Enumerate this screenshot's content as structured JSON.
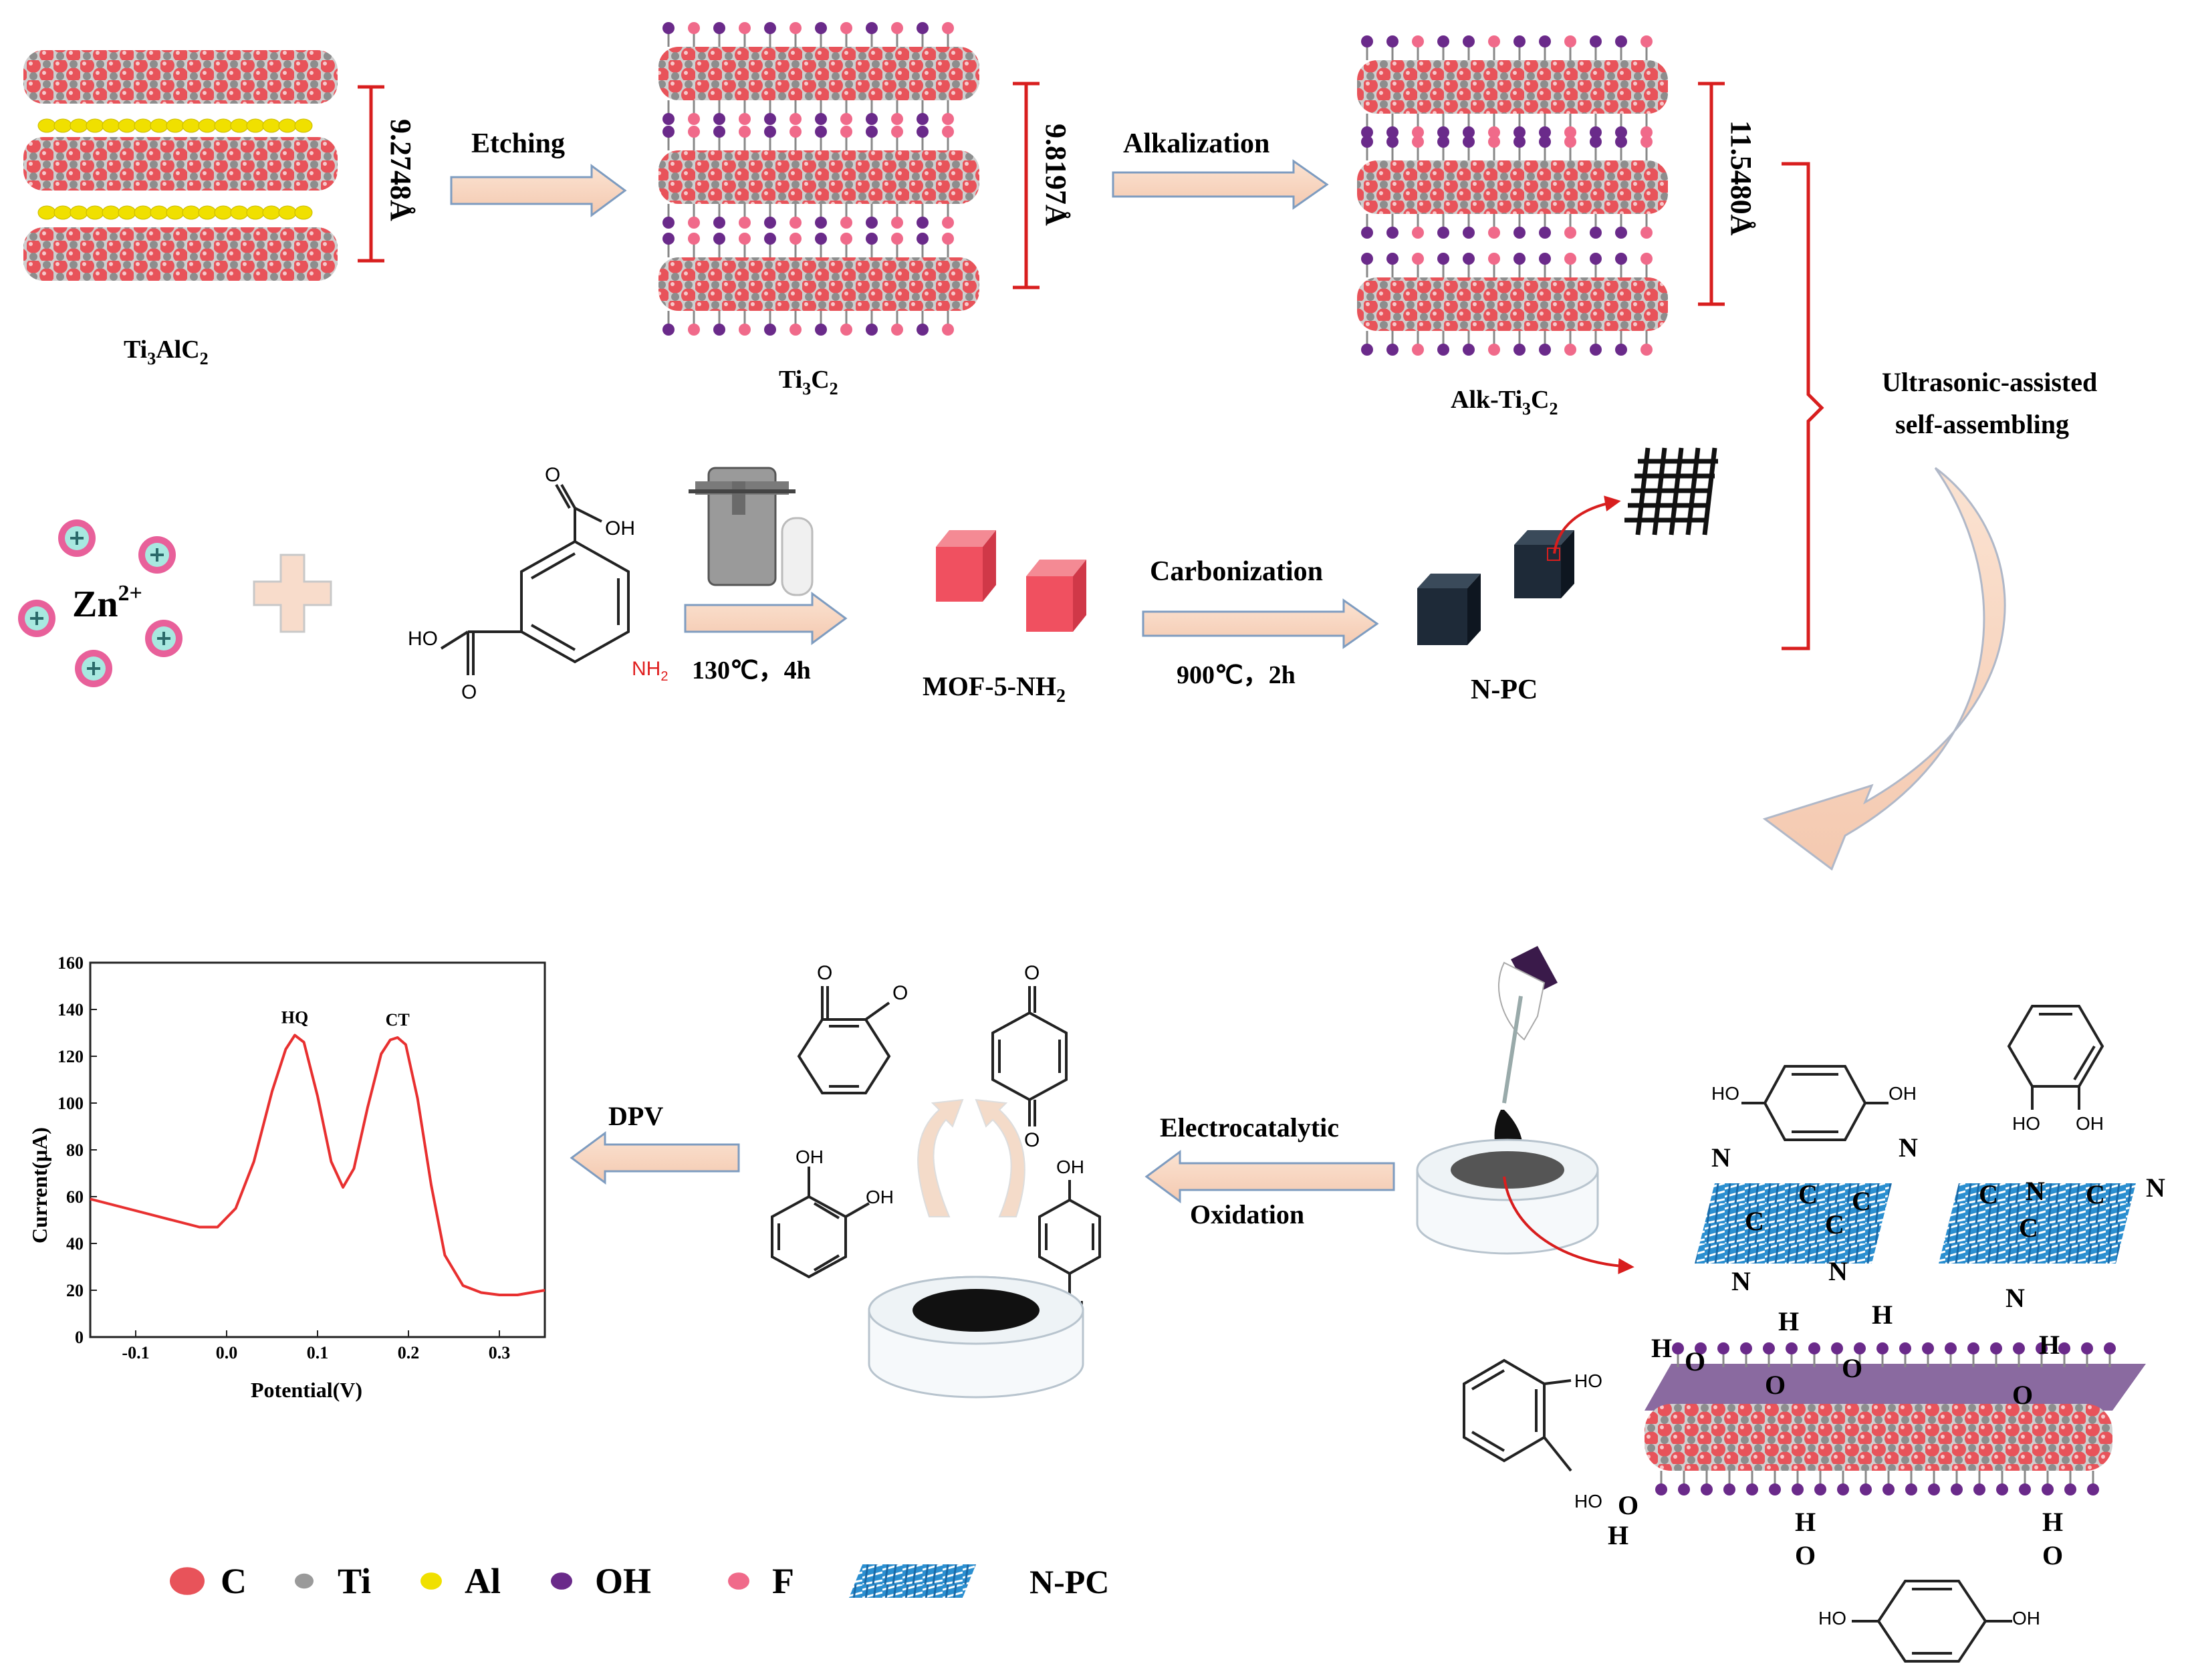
{
  "stage1": {
    "ti3alc2": {
      "base": "Ti",
      "sub1": "3",
      "mid": "AlC",
      "sub2": "2"
    },
    "ti3c2": {
      "base": "Ti",
      "sub1": "3",
      "mid": "C",
      "sub2": "2"
    },
    "alk": {
      "base": "Alk-Ti",
      "sub1": "3",
      "mid": "C",
      "sub2": "2"
    },
    "d1": "9.2748Å",
    "d2": "9.8197Å",
    "d3": "11.5480Å",
    "etching": "Etching",
    "alkalization": "Alkalization",
    "ultrasonic1": "Ultrasonic-assisted",
    "ultrasonic2": "self-assembling"
  },
  "stage2": {
    "zn": "Zn",
    "zn_sup": "2+",
    "oh": "OH",
    "ho": "HO",
    "o": "O",
    "nh2_base": "NH",
    "nh2_sub": "2",
    "hydro_cond": "130℃，4h",
    "mof_base": "MOF-5-NH",
    "mof_sub": "2",
    "carbonization": "Carbonization",
    "carb_cond": "900℃，2h",
    "npc": "N-PC"
  },
  "stage3": {
    "dpv": "DPV",
    "electro1": "Electrocatalytic",
    "electro2": "Oxidation",
    "oh": "OH",
    "ho": "HO",
    "o": "O",
    "h": "H",
    "n": "N",
    "c": "C"
  },
  "chart_data": {
    "type": "line",
    "xlabel": "Potential(V)",
    "ylabel": "Current(μA)",
    "xlim": [
      -0.15,
      0.35
    ],
    "ylim": [
      0,
      160
    ],
    "xticks": [
      "-0.1",
      "0.0",
      "0.1",
      "0.2",
      "0.3"
    ],
    "yticks": [
      "0",
      "20",
      "40",
      "60",
      "80",
      "100",
      "120",
      "140",
      "160"
    ],
    "annotations": [
      {
        "text": "HQ",
        "x": 0.075,
        "y": 129
      },
      {
        "text": "CT",
        "x": 0.188,
        "y": 128
      }
    ],
    "series": [
      {
        "color": "#e83030",
        "x": [
          -0.15,
          -0.12,
          -0.09,
          -0.06,
          -0.03,
          -0.01,
          0.01,
          0.03,
          0.05,
          0.065,
          0.075,
          0.085,
          0.1,
          0.115,
          0.128,
          0.14,
          0.155,
          0.17,
          0.18,
          0.188,
          0.197,
          0.21,
          0.225,
          0.24,
          0.26,
          0.28,
          0.3,
          0.32,
          0.35
        ],
        "y": [
          59,
          56,
          53,
          50,
          47,
          47,
          55,
          75,
          105,
          123,
          129,
          126,
          103,
          75,
          64,
          72,
          98,
          121,
          127,
          128,
          125,
          102,
          65,
          35,
          22,
          19,
          18,
          18,
          20
        ]
      }
    ]
  },
  "legend": [
    {
      "label": "C",
      "color": "#e8535a"
    },
    {
      "label": "Ti",
      "color": "#9a9a9a"
    },
    {
      "label": "Al",
      "color": "#f0e000"
    },
    {
      "label": "OH",
      "color": "#6a2a8a"
    },
    {
      "label": "F",
      "color": "#f06a8a"
    },
    {
      "label": "N-PC",
      "color": "#2b8fd0"
    }
  ]
}
